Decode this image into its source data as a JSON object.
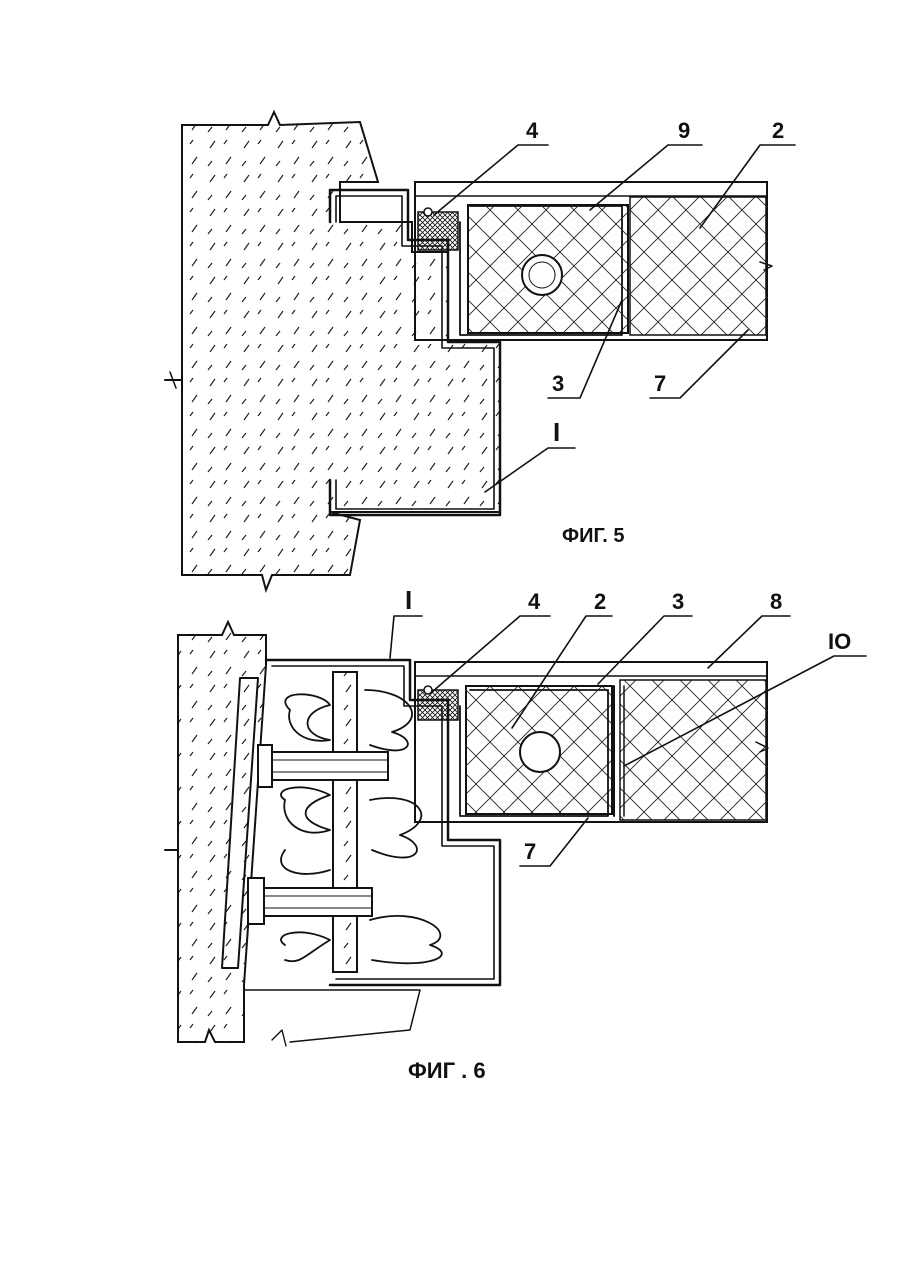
{
  "figures": [
    {
      "caption": "ФИГ. 5",
      "callouts": [
        "4",
        "9",
        "2",
        "3",
        "7",
        "I"
      ]
    },
    {
      "caption": "ФИГ . 6",
      "callouts": [
        "I",
        "4",
        "2",
        "3",
        "8",
        "IO",
        "7"
      ]
    }
  ]
}
